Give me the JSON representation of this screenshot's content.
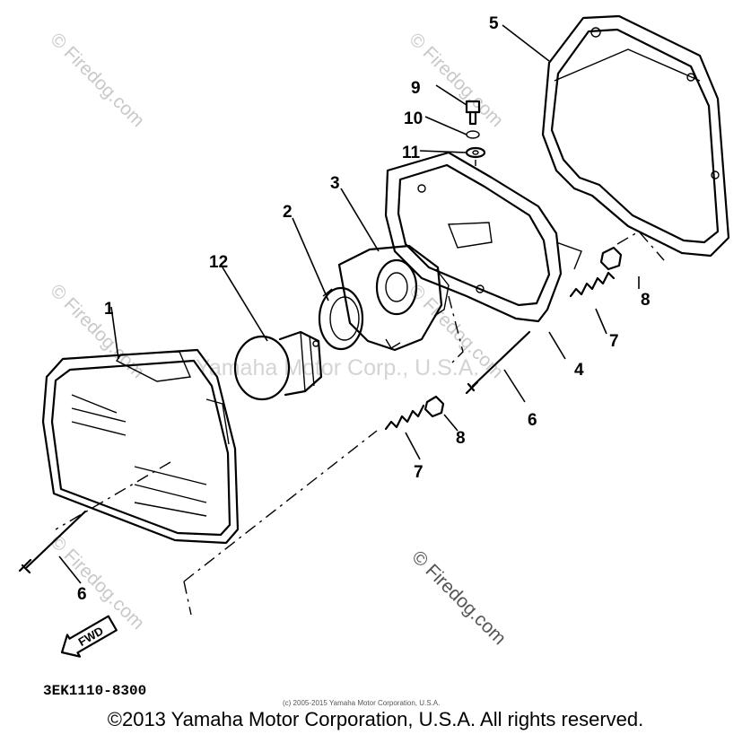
{
  "watermarks": {
    "brand": "© Firedog.com",
    "center": "Yamaha Motor Corp., U.S.A."
  },
  "callouts": {
    "c1": "1",
    "c2": "2",
    "c3": "3",
    "c4": "4",
    "c5": "5",
    "c6a": "6",
    "c6b": "6",
    "c7a": "7",
    "c7b": "7",
    "c8a": "8",
    "c8b": "8",
    "c9": "9",
    "c10": "10",
    "c11": "11",
    "c12": "12"
  },
  "direction_label": "FWD",
  "diagram_code": "3EK1110-8300",
  "small_copyright": "(c) 2005-2015 Yamaha Motor Corporation, U.S.A.",
  "footer_copyright": "©2013 Yamaha Motor Corporation, U.S.A. All rights reserved."
}
